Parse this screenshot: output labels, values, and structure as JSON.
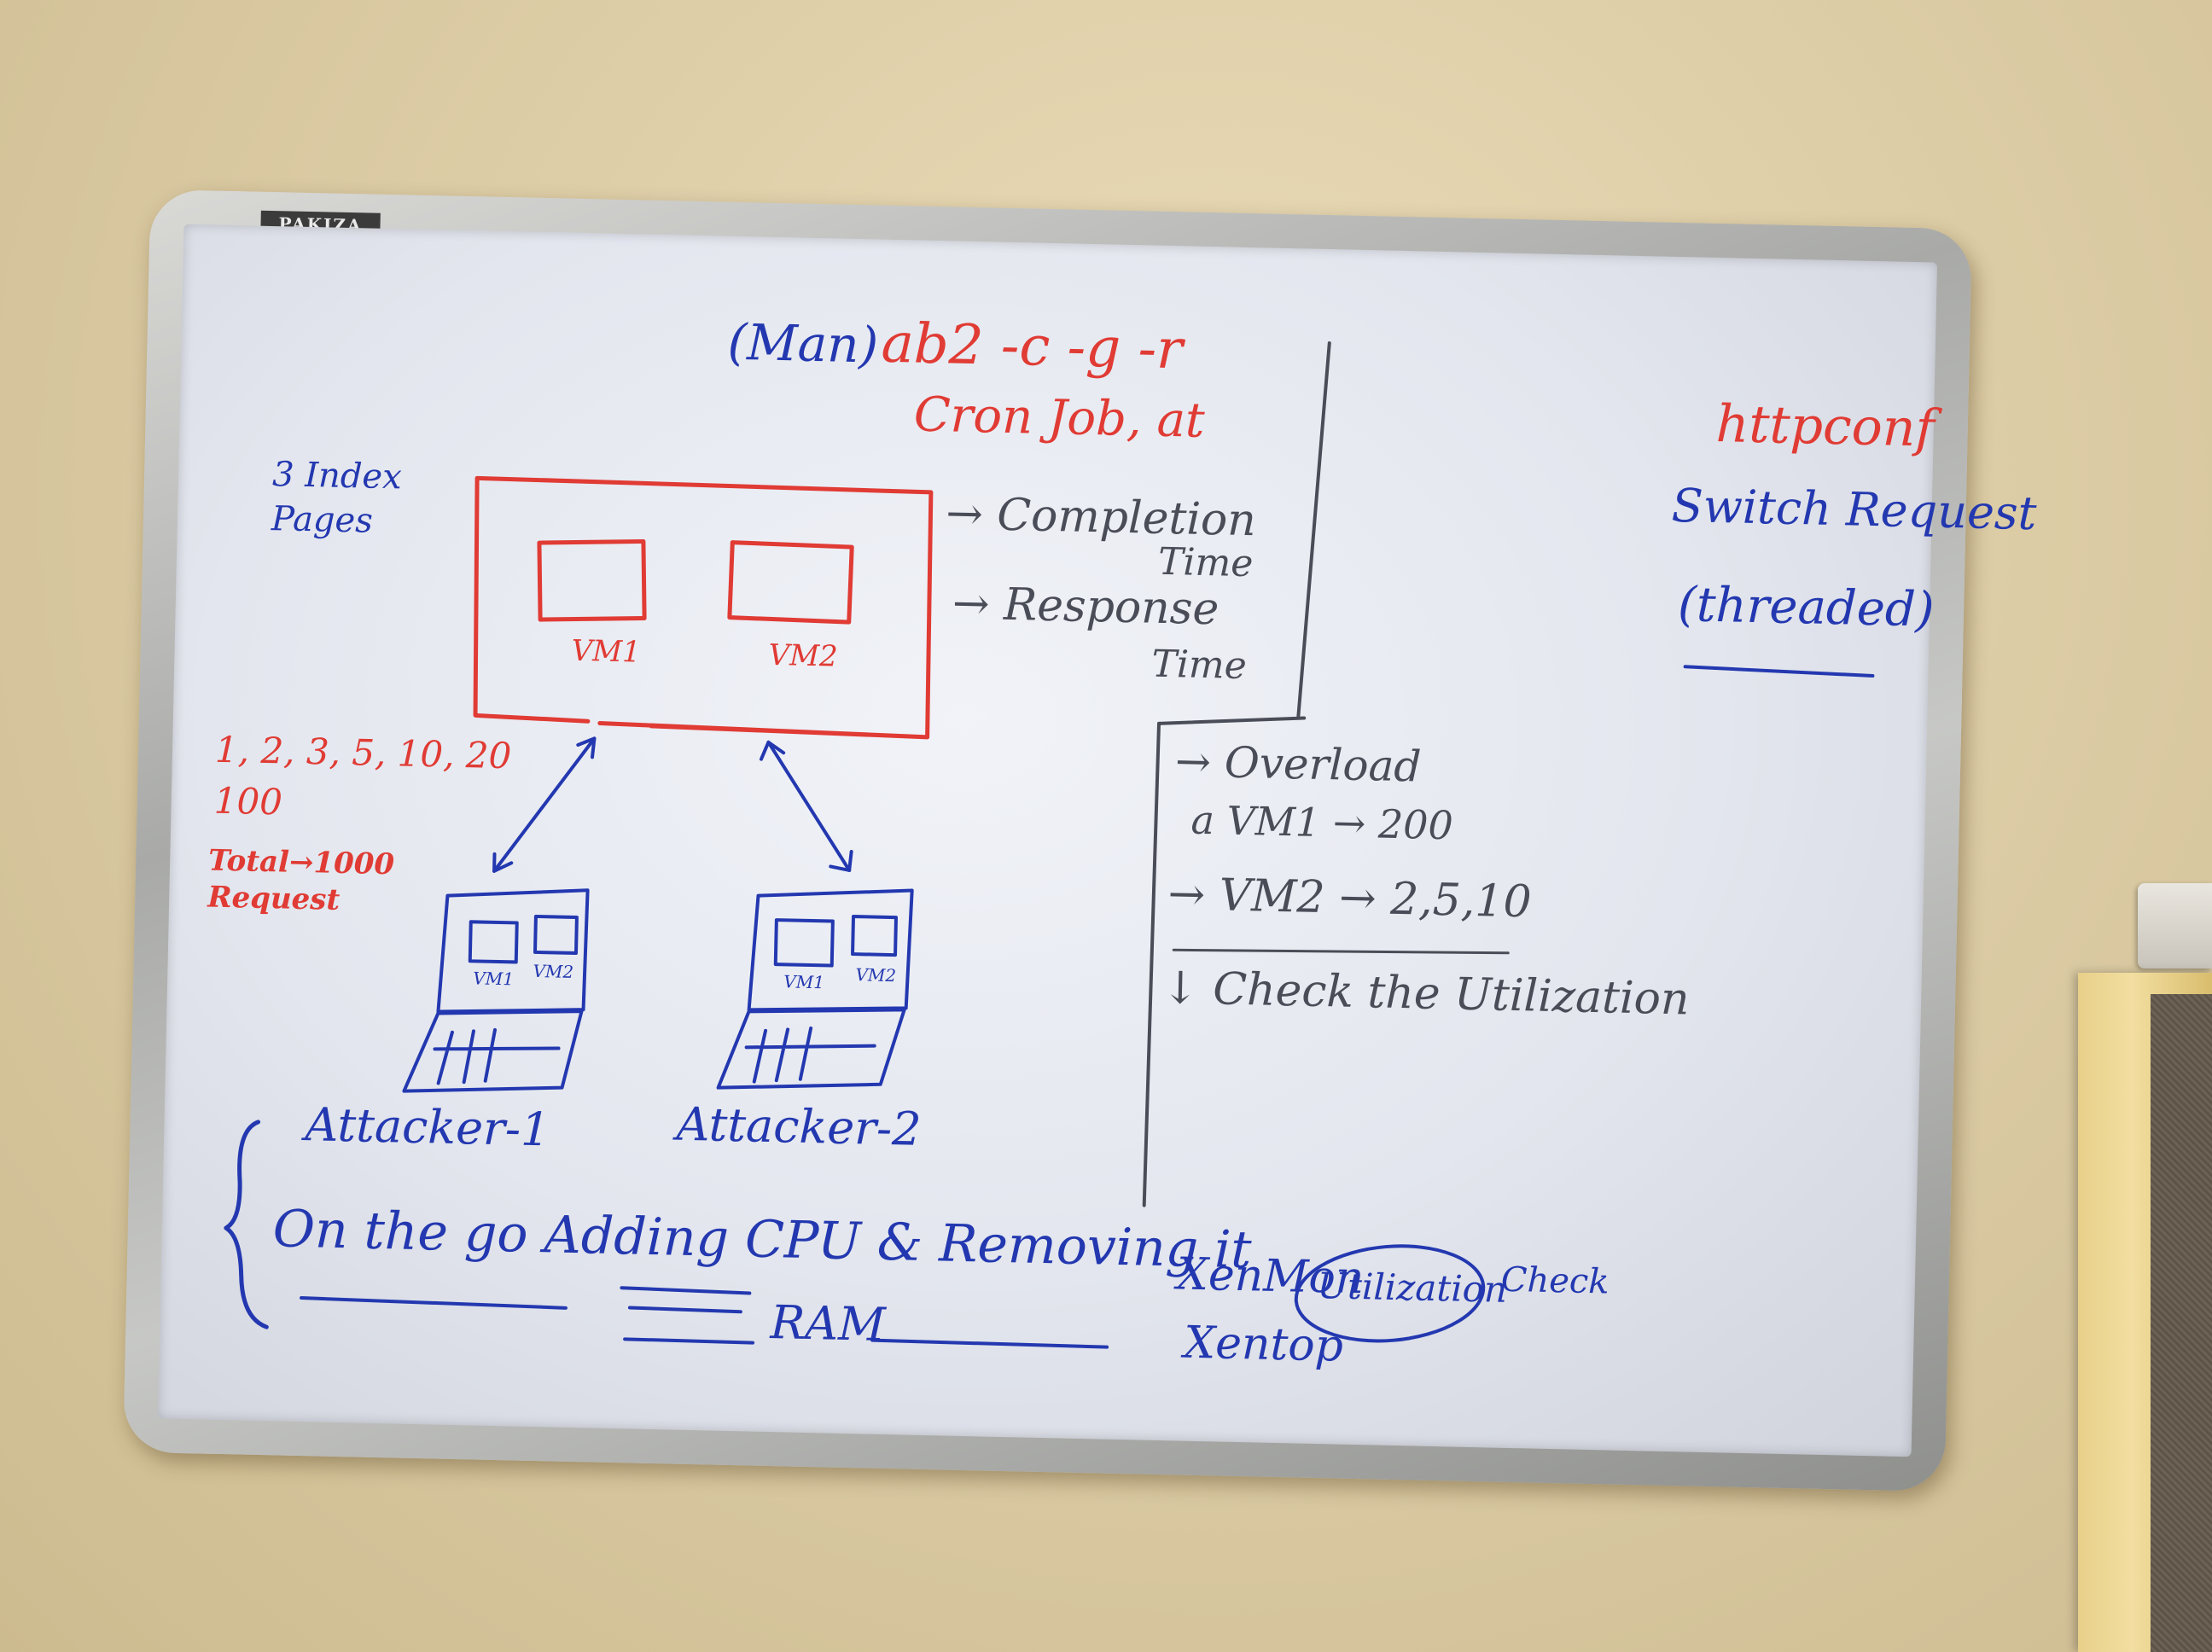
{
  "board": {
    "brand": "PAKIZA",
    "title": {
      "man": "(Man)",
      "command": "ab2 -c -g -r",
      "line2": "Cron Job, at"
    },
    "index_pages": "3 Index\nPages",
    "server": {
      "vm1": "VM1",
      "vm2": "VM2"
    },
    "metrics": {
      "completion": "→ Completion",
      "completion_2": "Time",
      "response": "→ Response",
      "response_2": "Time"
    },
    "requests": {
      "counts": "1, 2, 3, 5, 10, 20",
      "hundred": "100",
      "total": "Total→1000",
      "request": "Request"
    },
    "attackers": [
      {
        "name": "Attacker-1",
        "vm1": "VM1",
        "vm2": "VM2"
      },
      {
        "name": "Attacker-2",
        "vm1": "VM1",
        "vm2": "VM2"
      }
    ],
    "overload": {
      "line1": "→ Overload",
      "line2": "a VM1 → 200",
      "line3": "→ VM2 → 2,5,10",
      "line4": "↓ Check the Utilization"
    },
    "right": {
      "httpconf": "httpconf",
      "switch": "Switch Request",
      "threaded": "(threaded)"
    },
    "bottom": {
      "on_the_go": "On the go Adding CPU & Removing it",
      "ram": "RAM",
      "xenmon": "XenMon",
      "xentop": "Xentop",
      "utilization": "Utilization",
      "check": "Check"
    }
  }
}
